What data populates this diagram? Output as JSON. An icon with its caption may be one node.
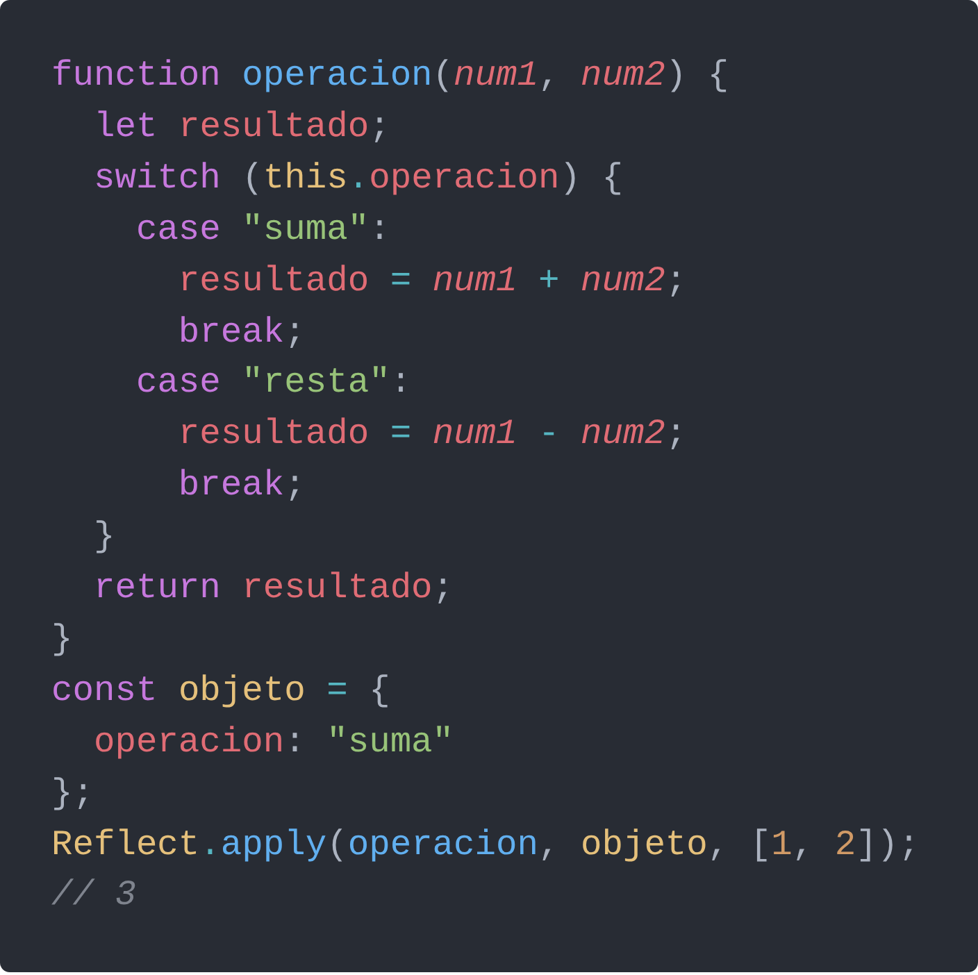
{
  "diagram": {
    "labels": [
      "function operacion(num1, num2) {",
      "  let resultado;",
      "  switch (this.operacion) {",
      "    case \"suma\":",
      "      resultado = num1 + num2;",
      "      break;",
      "    case \"resta\":",
      "      resultado = num1 - num2;",
      "      break;",
      "  }",
      "  return resultado;",
      "}",
      "const objeto = {",
      "  operacion: \"suma\"",
      "};",
      "Reflect.apply(operacion, objeto, [1, 2]);",
      "// 3"
    ]
  }
}
